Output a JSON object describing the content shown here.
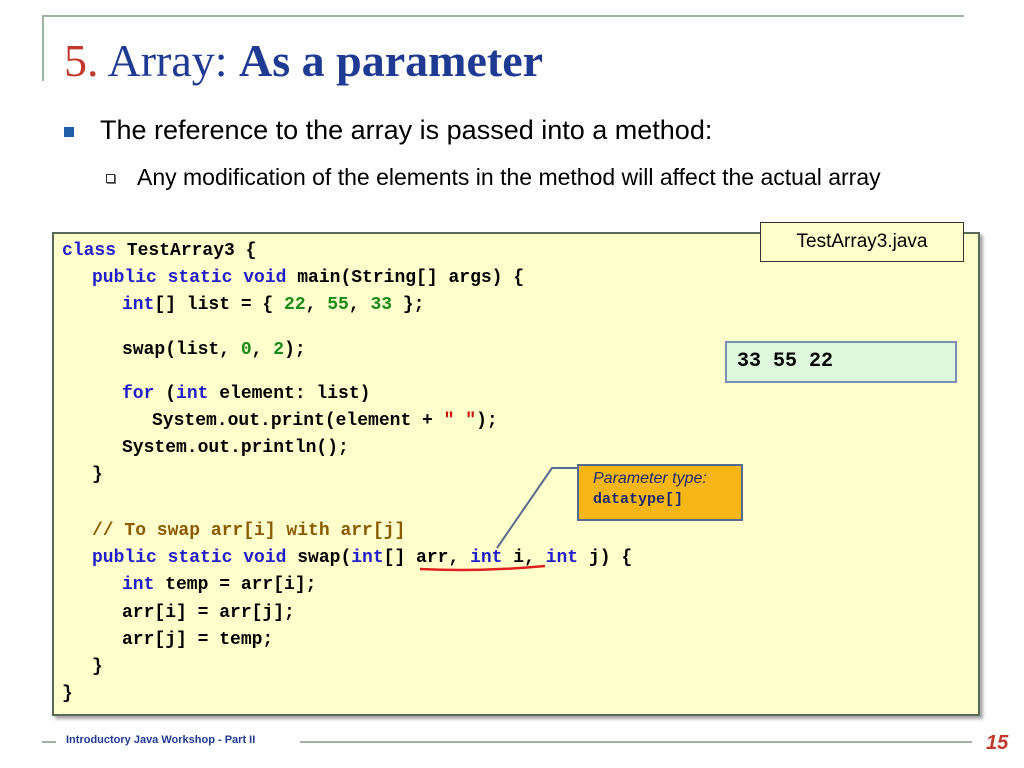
{
  "slide": {
    "title_number": "5.",
    "title_plain": "Array:",
    "title_bold": "As a parameter",
    "bullet1": "The reference to the array is passed into a method:",
    "bullet2": "Any modification of the elements in the method will affect the actual array",
    "file_label": "TestArray3.java",
    "output": "33 55 22",
    "callout_line1": "Parameter type:",
    "callout_line2": "datatype[]",
    "footer": "Introductory Java Workshop - Part II",
    "page_number": "15",
    "code": {
      "l1_kw": "class",
      "l1_rest": " TestArray3 {",
      "l2_kw": "public static void",
      "l2_rest": " main(String[] args) {",
      "l3_kw": "int",
      "l3_a": "[] list = { ",
      "l3_n1": "22",
      "l3_c1": ", ",
      "l3_n2": "55",
      "l3_c2": ", ",
      "l3_n3": "33",
      "l3_end": " };",
      "l4_a": "swap(list, ",
      "l4_n1": "0",
      "l4_c": ", ",
      "l4_n2": "2",
      "l4_end": ");",
      "l5_kw1": "for",
      "l5_a": " (",
      "l5_kw2": "int",
      "l5_rest": " element: list)",
      "l6_a": "System.out.print(element + ",
      "l6_str": "\" \"",
      "l6_end": ");",
      "l7": "System.out.println();",
      "l8": "}",
      "l9_comment": "// To swap arr[i] with arr[j]",
      "l10_kw": "public static void",
      "l10_a": " swap(",
      "l10_kw2": "int",
      "l10_b": "[] arr, ",
      "l10_kw3": "int",
      "l10_c": " i, ",
      "l10_kw4": "int",
      "l10_d": " j) {",
      "l11_kw": "int",
      "l11_rest": " temp = arr[i];",
      "l12": "arr[i] = arr[j];",
      "l13": "arr[j] = temp;",
      "l14": "}",
      "l15": "}"
    },
    "colors": {
      "title_blue": "#1f3a93",
      "title_red": "#c0392b",
      "code_bg": "#ffffcc",
      "keyword": "#1f1fcc",
      "number": "#1a8a1a",
      "string": "#cc1010",
      "comment": "#8b5a00",
      "output_bg": "#ddf8dd",
      "callout_bg": "#f5b616"
    }
  }
}
